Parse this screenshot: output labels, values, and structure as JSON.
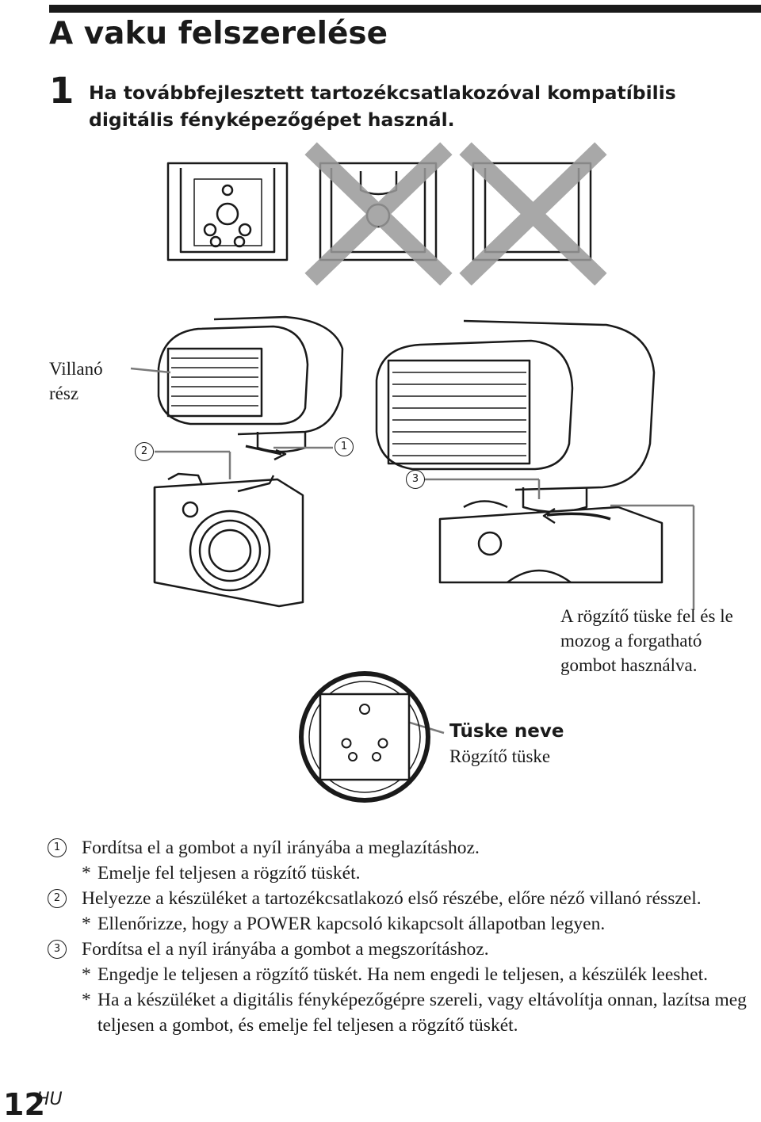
{
  "title": "A vaku felszerelése",
  "step": {
    "number": "1",
    "text": "Ha továbbfejlesztett tartozékcsatlakozóval kompatíbilis digitális fényképezőgépet használ."
  },
  "illustration": {
    "villano_label": "Villanó rész",
    "callout_1": "1",
    "callout_2": "2",
    "callout_3": "3",
    "rogzito_caption": "A rögzítő tüske fel és le mozog a forgatható gombot használva.",
    "tuske_title": "Tüske neve",
    "tuske_name": "Rögzítő tüske"
  },
  "instructions": [
    {
      "marker": "1",
      "text": "Fordítsa el a gombot a nyíl irányába a meglazításhoz.",
      "notes": [
        "Emelje fel teljesen a rögzítő tüskét."
      ]
    },
    {
      "marker": "2",
      "text": "Helyezze a készüléket a tartozékcsatlakozó első részébe, előre néző villanó résszel.",
      "notes": [
        "Ellenőrizze, hogy a POWER kapcsoló kikapcsolt állapotban legyen."
      ]
    },
    {
      "marker": "3",
      "text": "Fordítsa el a nyíl irányába a gombot a megszorításhoz.",
      "notes": [
        "Engedje le teljesen a rögzítő tüskét. Ha nem engedi le teljesen, a készülék leeshet.",
        "Ha a készüléket a digitális fényképezőgépre szereli, vagy eltávolítja onnan, lazítsa meg teljesen a gombot, és emelje fel teljesen a rögzítő tüskét."
      ]
    }
  ],
  "note_marker": "*",
  "page": {
    "number": "12",
    "suffix": "HU"
  }
}
